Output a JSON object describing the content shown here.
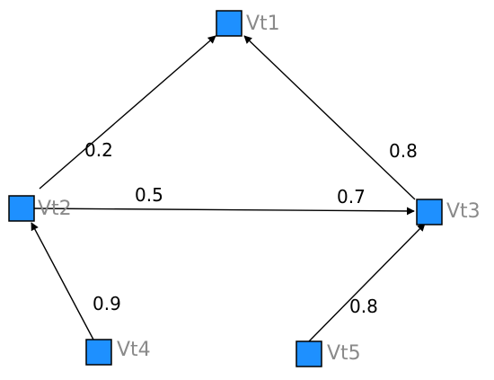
{
  "style": {
    "node_fill": "#1e90ff",
    "node_border": "#000000",
    "label_color": "#8a8a8a",
    "edge_color": "#000000"
  },
  "nodes": [
    {
      "id": "Vt1",
      "label": "Vt1"
    },
    {
      "id": "Vt2",
      "label": "Vt2"
    },
    {
      "id": "Vt3",
      "label": "Vt3"
    },
    {
      "id": "Vt4",
      "label": "Vt4"
    },
    {
      "id": "Vt5",
      "label": "Vt5"
    }
  ],
  "edges": [
    {
      "from": "Vt2",
      "to": "Vt1",
      "weights": [
        "0.2"
      ]
    },
    {
      "from": "Vt3",
      "to": "Vt1",
      "weights": [
        "0.8"
      ]
    },
    {
      "from": "Vt2",
      "to": "Vt3",
      "weights": [
        "0.5",
        "0.7"
      ]
    },
    {
      "from": "Vt4",
      "to": "Vt2",
      "weights": [
        "0.9"
      ]
    },
    {
      "from": "Vt5",
      "to": "Vt3",
      "weights": [
        "0.8"
      ]
    }
  ]
}
